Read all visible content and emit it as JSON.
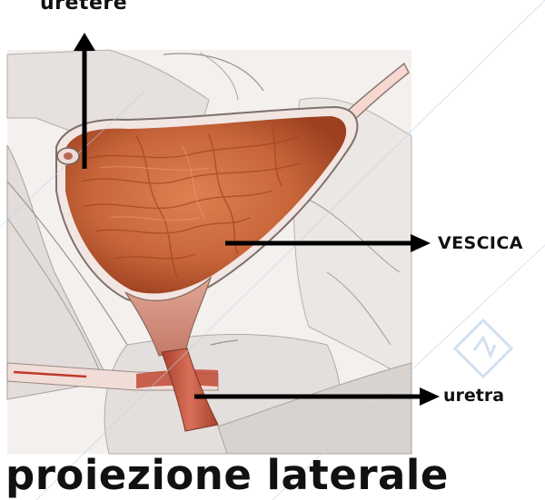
{
  "labels": {
    "ureter": "uretere",
    "bladder": "VESCICA",
    "urethra": "uretra"
  },
  "caption": "proiezione laterale",
  "colors": {
    "bladder": "#c8663a",
    "bladder_dark": "#9c4020",
    "urethra": "#c75a40",
    "tissue": "#ece7e4",
    "tissue_line": "#9a9490",
    "arrow": "#000000",
    "text": "#111111"
  }
}
